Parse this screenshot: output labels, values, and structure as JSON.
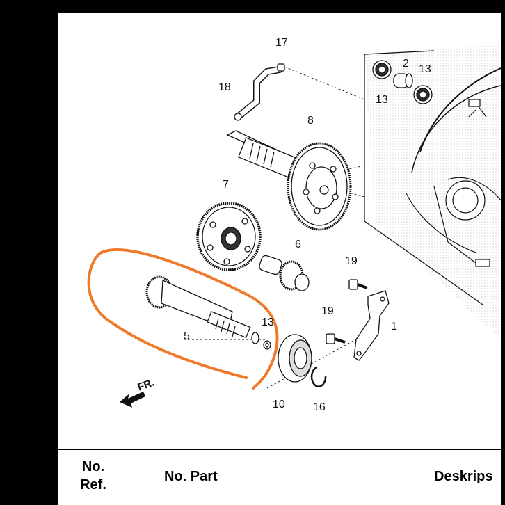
{
  "diagram": {
    "callouts": {
      "c17": "17",
      "c18": "18",
      "c2": "2",
      "c13a": "13",
      "c13b": "13",
      "c8": "8",
      "c7": "7",
      "c6": "6",
      "c19a": "19",
      "c19b": "19",
      "c1": "1",
      "c5": "5",
      "c13c": "13",
      "c10": "10",
      "c16": "16"
    },
    "direction_label": "FR.",
    "highlight_color": "#F07A2B"
  },
  "table_header": {
    "ref_label": "No.\nRef.",
    "part_label": "No. Part",
    "desc_label": "Deskrips"
  }
}
